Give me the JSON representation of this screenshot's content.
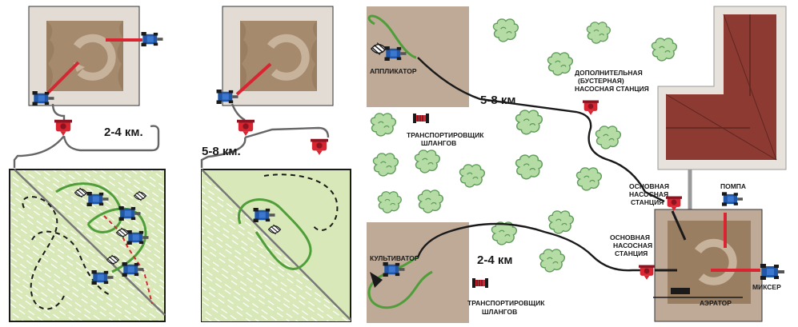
{
  "panel1": {
    "distance": "2-4 км."
  },
  "panel2": {
    "distance": "5-8 км."
  },
  "panel3": {
    "applicator": "АППЛИКАТОР",
    "booster_line1": "ДОПОЛНИТЕЛЬНАЯ",
    "booster_line2": "(БУСТЕРНАЯ)",
    "booster_line3": "НАСОСНАЯ СТАНЦИЯ",
    "distance_top": "5-8 км",
    "hose_carrier_top_line1": "ТРАНСПОРТИРОВЩИК",
    "hose_carrier_top_line2": "ШЛАНГОВ",
    "main_pump_top_line1": "ОСНОВНАЯ",
    "main_pump_top_line2": "НАСОСНАЯ",
    "main_pump_top_line3": "СТАНЦИЯ",
    "pump": "ПОМПА",
    "cultivator": "КУЛЬТИВАТОР",
    "distance_bottom": "2-4 км",
    "main_pump_bottom_line1": "ОСНОВНАЯ",
    "main_pump_bottom_line2": "НАСОСНАЯ",
    "main_pump_bottom_line3": "СТАНЦИЯ",
    "mixer": "МИКСЕР",
    "aerator": "АЭРАТОР",
    "hose_carrier_bottom_line1": "ТРАНСПОРТИРОВЩИК",
    "hose_carrier_bottom_line2": "ШЛАНГОВ"
  }
}
